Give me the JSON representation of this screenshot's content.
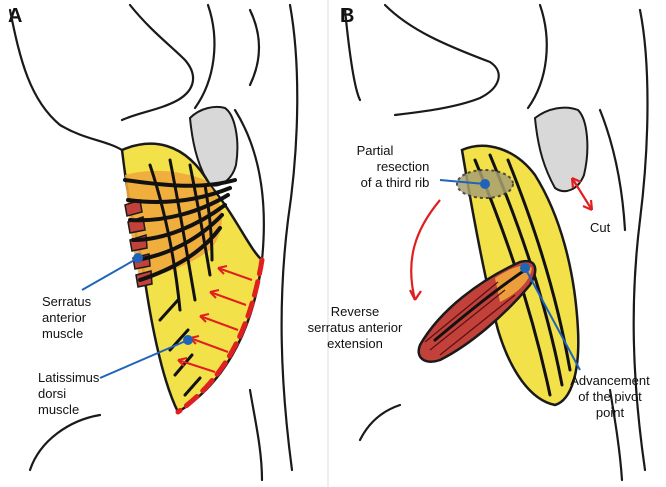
{
  "panels": {
    "a": {
      "letter": "A",
      "labels": {
        "serratus_1": "Serratus",
        "serratus_2": "anterior",
        "serratus_3": "muscle",
        "latissimus_1": "Latissimus",
        "latissimus_2": "dorsi",
        "latissimus_3": "muscle"
      }
    },
    "b": {
      "letter": "B",
      "labels": {
        "partial_1": "Partial",
        "partial_2": "resection",
        "partial_3": "of a third rib",
        "cut": "Cut",
        "reverse_1": "Reverse",
        "reverse_2": "serratus anterior",
        "reverse_3": "extension",
        "advance_1": "Advancement",
        "advance_2": "of the pivot",
        "advance_3": "point"
      }
    }
  },
  "colors": {
    "muscle_yellow": "#f3e14a",
    "muscle_orange": "#f0a83c",
    "muscle_red": "#c2413a",
    "arrow_red": "#e02020",
    "leader_blue": "#1f64b8",
    "axilla_gray": "#d8d8d8",
    "outline": "#1a1a1a"
  }
}
